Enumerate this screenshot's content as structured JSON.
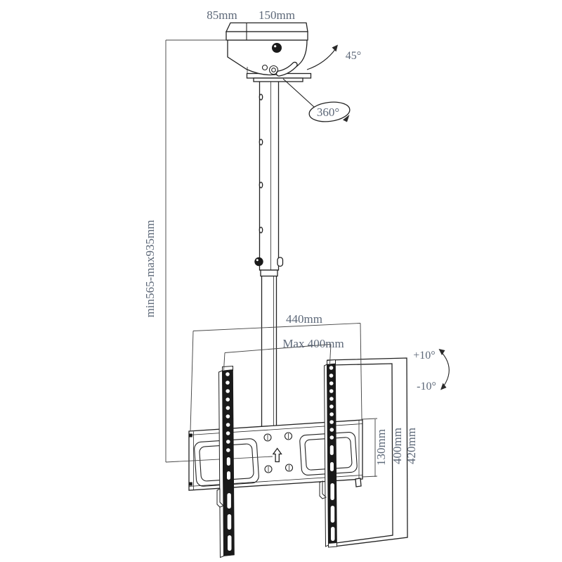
{
  "diagram": {
    "colors": {
      "line": "#222222",
      "label": "#5d6878",
      "rail_fill": "#1a1a1a",
      "background": "#ffffff"
    },
    "labels": {
      "plate_depth": "85mm",
      "plate_width": "150mm",
      "swivel_angle": "45°",
      "pole_rotation": "360°",
      "drop_height_range": "min565-max935mm",
      "crossbar_width": "440mm",
      "vesa_width_max": "Max 400mm",
      "tilt_up": "+10°",
      "tilt_down": "-10°",
      "crossbar_height": "130mm",
      "vesa_height": "400mm",
      "bracket_height": "420mm"
    }
  }
}
